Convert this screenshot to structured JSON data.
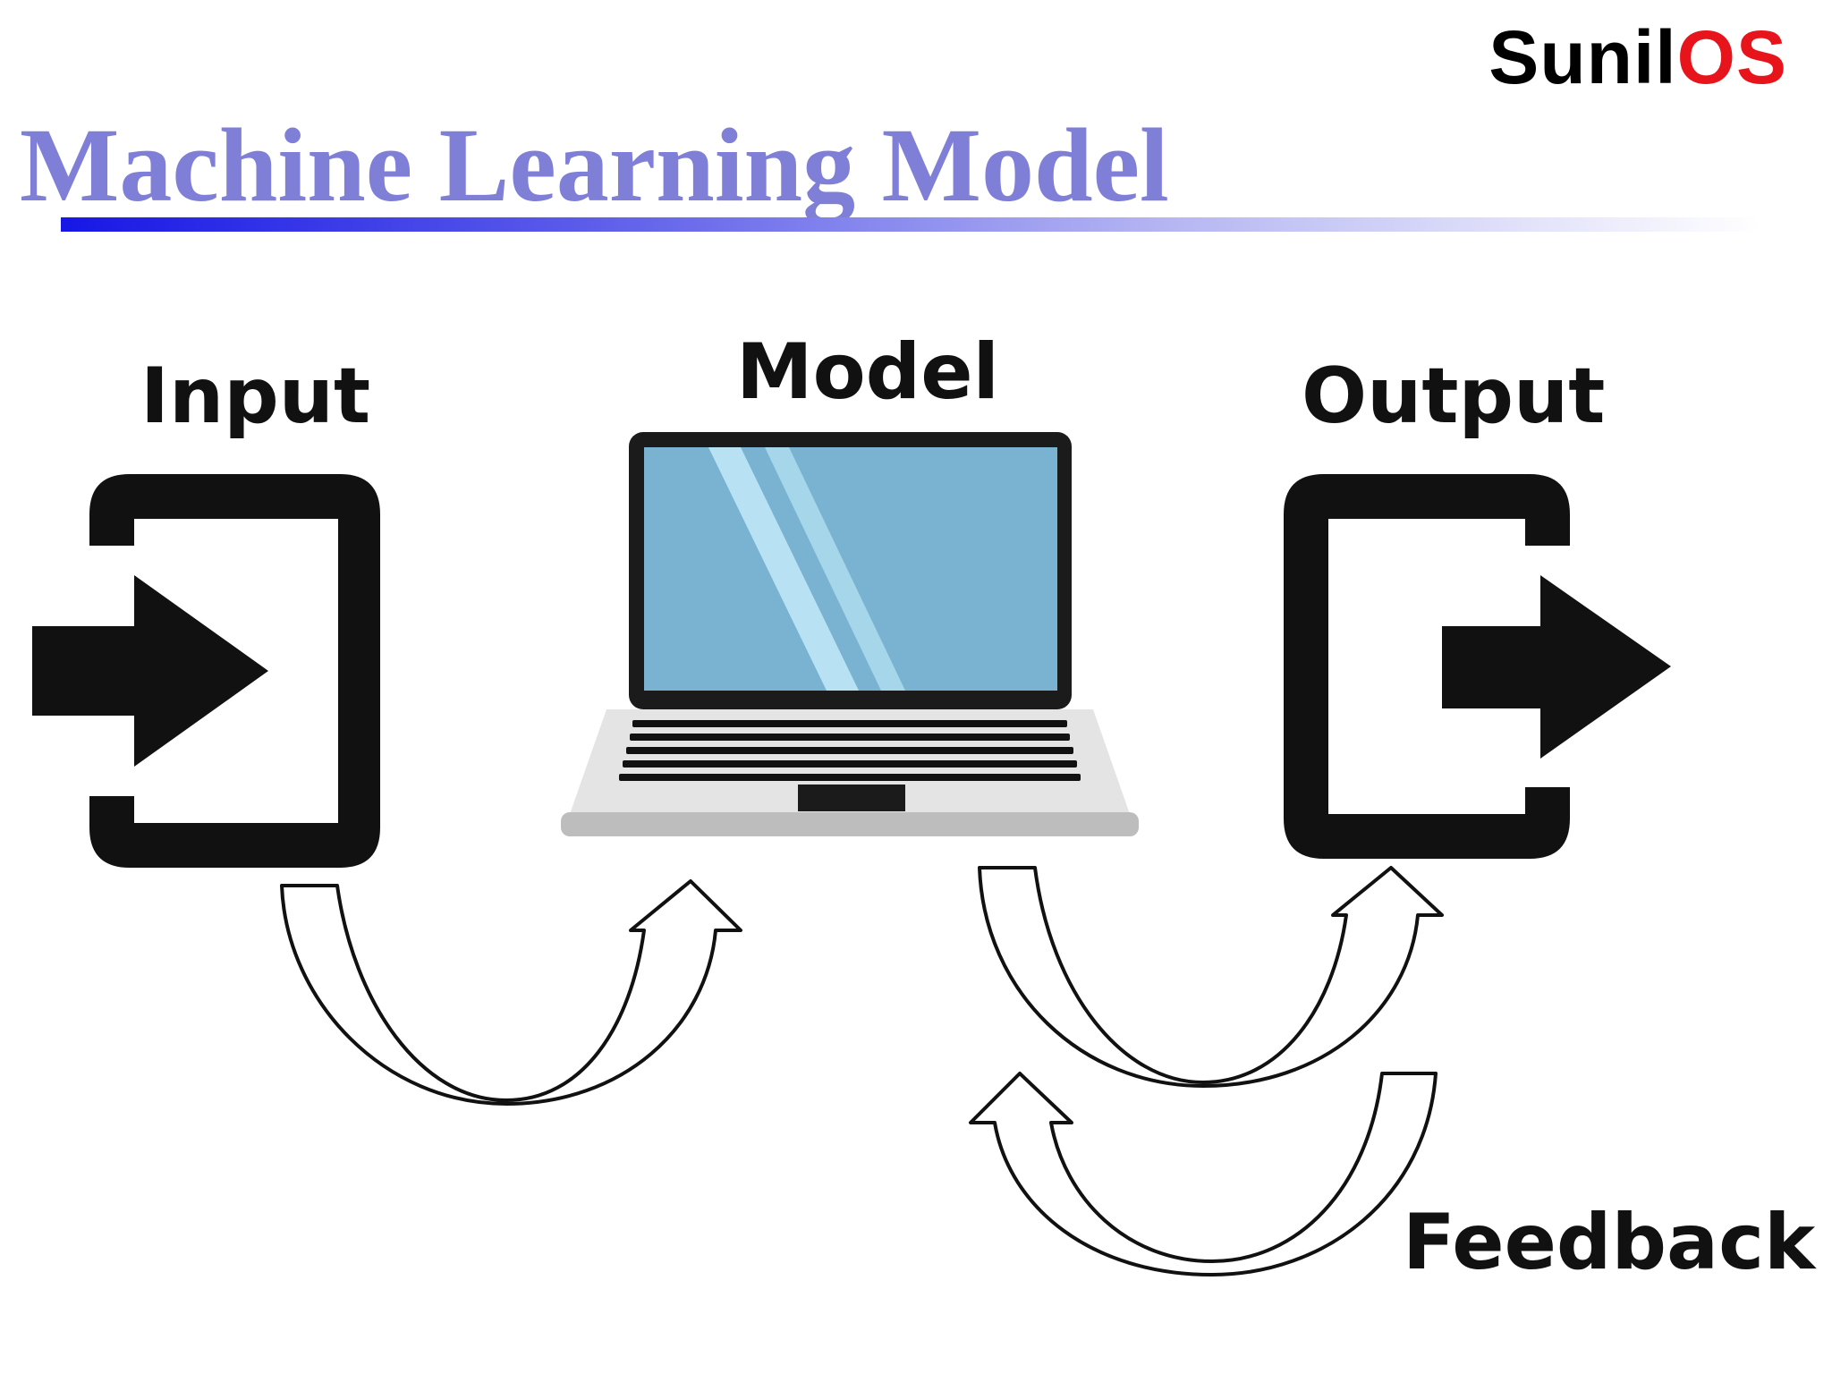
{
  "brand": {
    "part1": "Sunil",
    "part2": "OS"
  },
  "title": "Machine Learning Model",
  "diagram": {
    "input_label": "Input",
    "model_label": "Model",
    "output_label": "Output",
    "feedback_label": "Feedback"
  },
  "icons": [
    "input-icon",
    "laptop-icon",
    "output-icon",
    "curved-arrow-icon"
  ],
  "colors": {
    "title": "#7f7fd8",
    "brand_red": "#e8141b",
    "screen": "#7ab3d1",
    "rule_start": "#1717e6"
  }
}
